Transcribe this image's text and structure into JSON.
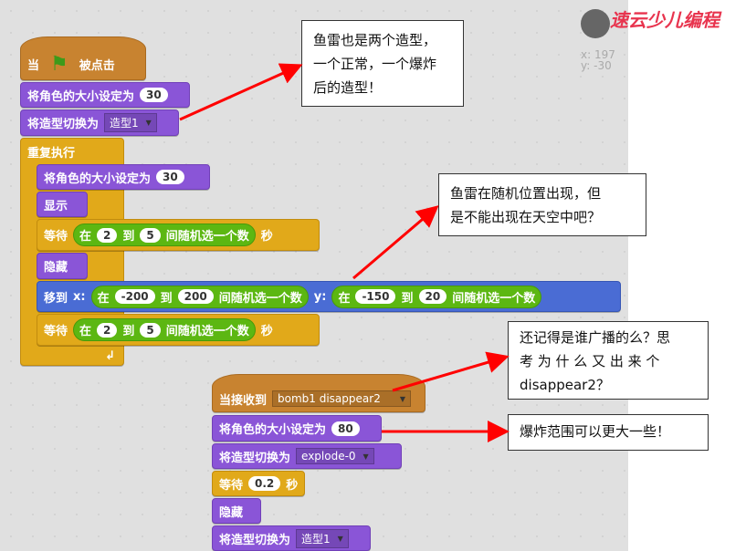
{
  "script1": {
    "hat": {
      "prefix": "当",
      "suffix": "被点击",
      "icon": "green-flag-icon"
    },
    "set_size": {
      "label": "将角色的大小设定为",
      "value": "30"
    },
    "switch_costume": {
      "label": "将造型切换为",
      "value": "造型1"
    },
    "forever": {
      "label": "重复执行"
    },
    "inner_set_size": {
      "label": "将角色的大小设定为",
      "value": "30"
    },
    "show": {
      "label": "显示"
    },
    "wait1": {
      "label": "等待",
      "op_in": "在",
      "from": "2",
      "to_label": "到",
      "to": "5",
      "op_tail": "间随机选一个数",
      "unit": "秒"
    },
    "hide": {
      "label": "隐藏"
    },
    "goto": {
      "label": "移到",
      "x_label": "x:",
      "op_in": "在",
      "x_from": "-200",
      "to_label": "到",
      "x_to": "200",
      "op_tail": "间随机选一个数",
      "y_label": "y:",
      "y_from": "-150",
      "y_to": "20"
    },
    "wait2": {
      "label": "等待",
      "op_in": "在",
      "from": "2",
      "to_label": "到",
      "to": "5",
      "op_tail": "间随机选一个数",
      "unit": "秒"
    }
  },
  "script2": {
    "hat": {
      "label": "当接收到",
      "value": "bomb1 disappear2"
    },
    "set_size": {
      "label": "将角色的大小设定为",
      "value": "80"
    },
    "switch_costume": {
      "label": "将造型切换为",
      "value": "explode-0"
    },
    "wait": {
      "label": "等待",
      "value": "0.2",
      "unit": "秒"
    },
    "hide": {
      "label": "隐藏"
    },
    "switch_costume2": {
      "label": "将造型切换为",
      "value": "造型1"
    }
  },
  "sprite": {
    "x_label": "x:",
    "x": "197",
    "y_label": "y:",
    "y": "-30",
    "logo_text": "速云少儿编程"
  },
  "notes": [
    {
      "lines": [
        "鱼雷也是两个造型，",
        "一个正常，一个爆炸",
        "后的造型！"
      ]
    },
    {
      "lines": [
        "鱼雷在随机位置出现，但",
        "是不能出现在天空中吧？"
      ]
    },
    {
      "lines": [
        "还记得是谁广播的么？思",
        "考 为 什 么 又 出 来 个",
        "disappear2？"
      ]
    },
    {
      "lines": [
        "爆炸范围可以更大一些！"
      ]
    }
  ],
  "colors": {
    "looks": "#8a55d7",
    "control": "#e1a91a",
    "events": "#c88330",
    "motion": "#4a6cd4",
    "operators": "#5cb712",
    "arrow": "#ff0000",
    "logo": "#e8344e"
  }
}
